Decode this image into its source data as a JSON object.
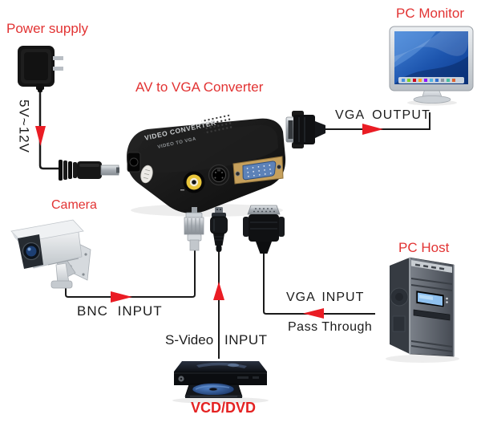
{
  "diagram": {
    "title": "AV to VGA Converter",
    "power_supply_label": "Power supply",
    "voltage_label": "5V~12V",
    "pc_monitor_label": "PC Monitor",
    "vga_output_label": "VGA OUTPUT",
    "camera_label": "Camera",
    "bnc_input_label": "BNC INPUT",
    "svideo_label": "S-Video",
    "svideo_input_label": "INPUT",
    "vcd_dvd_label": "VCD/DVD",
    "pc_host_label": "PC Host",
    "vga_input_label": "VGA INPUT",
    "pass_through_label": "Pass Through",
    "converter": {
      "top_line1": "VIDEO CONVERTER",
      "top_line2": "VIDEO TO VGA"
    },
    "colors": {
      "label_red": "#e23333",
      "text_black": "#1c1c1c",
      "arrow_red": "#ea1c24",
      "line_black": "#1a1a1a"
    }
  }
}
